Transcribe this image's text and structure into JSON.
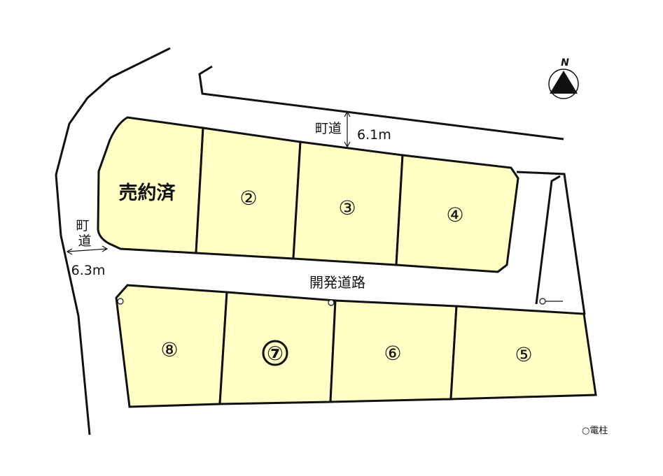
{
  "north": {
    "label": "N"
  },
  "lots": [
    {
      "id": "sold",
      "label": "売約済",
      "sold": true
    },
    {
      "id": "2",
      "label": "②"
    },
    {
      "id": "3",
      "label": "③"
    },
    {
      "id": "4",
      "label": "④"
    },
    {
      "id": "8",
      "label": "⑧"
    },
    {
      "id": "7",
      "label": "⑦",
      "highlighted": true
    },
    {
      "id": "6",
      "label": "⑥"
    },
    {
      "id": "5",
      "label": "⑤"
    }
  ],
  "roads": {
    "north_road": {
      "name": "町道",
      "width": "6.1m"
    },
    "west_road": {
      "name_line1": "町",
      "name_line2": "道",
      "width": "6.3m"
    },
    "development_road": {
      "name": "開発道路"
    }
  },
  "legend": {
    "utility_pole": "○電柱"
  },
  "colors": {
    "lot_fill": "#ffffc6",
    "outline": "#111111",
    "background": "#ffffff"
  }
}
